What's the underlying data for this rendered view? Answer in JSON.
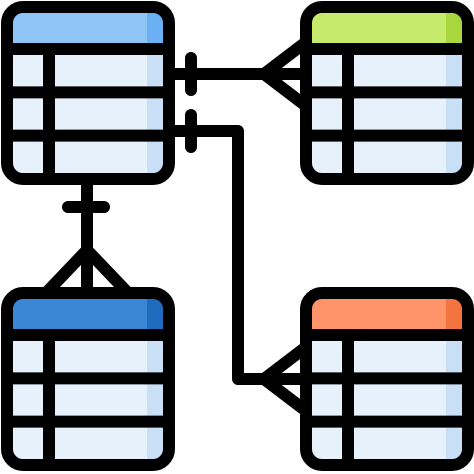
{
  "icon": {
    "name": "entity-relationship-diagram-icon",
    "background": "#ffffff",
    "stroke": "#000000",
    "body_fill": "#e6f1fb",
    "body_shade": "#c9dff5",
    "tables": [
      {
        "id": "table-top-left",
        "header_color": "#8fc4f7",
        "header_shade": "#6ab0f2"
      },
      {
        "id": "table-top-right",
        "header_color": "#c6eb6c",
        "header_shade": "#a7d63d"
      },
      {
        "id": "table-bottom-left",
        "header_color": "#3c86d6",
        "header_shade": "#1f6bbd"
      },
      {
        "id": "table-bottom-right",
        "header_color": "#ff936a",
        "header_shade": "#f4743f"
      }
    ],
    "relations": [
      {
        "id": "relation-top-left-to-top-right",
        "from": "table-top-left",
        "to": "table-top-right",
        "from_end": "one",
        "to_end": "many"
      },
      {
        "id": "relation-top-left-to-bottom-right",
        "from": "table-top-left",
        "to": "table-bottom-right",
        "from_end": "one",
        "to_end": "many"
      },
      {
        "id": "relation-top-left-to-bottom-left",
        "from": "table-top-left",
        "to": "table-bottom-left",
        "from_end": "one",
        "to_end": "many"
      }
    ]
  }
}
